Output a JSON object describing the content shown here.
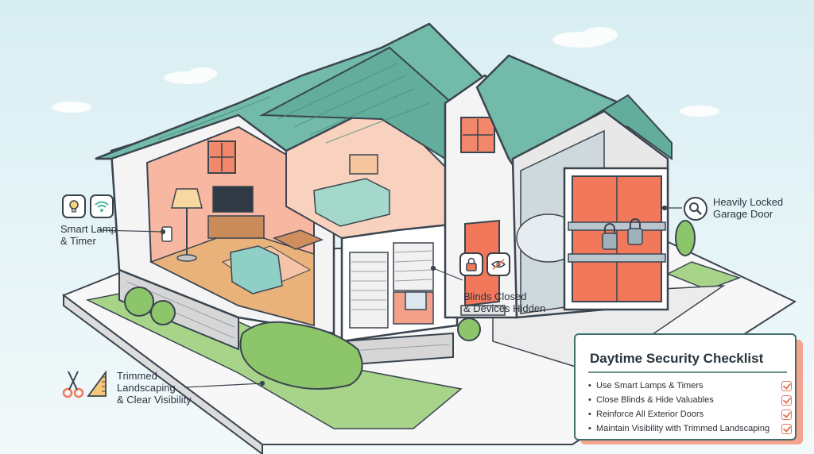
{
  "callouts": {
    "smart_lamp": {
      "line1": "Smart Lamp",
      "line2": "& Timer"
    },
    "garage": {
      "line1": "Heavily Locked",
      "line2": "Garage Door"
    },
    "blinds": {
      "line1": "Blinds Closed",
      "line2": "& Devices Hidden"
    },
    "landscaping": {
      "line1": "Trimmed",
      "line2": "Landscaping",
      "line3": "& Clear Visibility"
    }
  },
  "checklist": {
    "title": "Daytime Security Checklist",
    "items": [
      "Use Smart Lamps & Timers",
      "Close Blinds & Hide Valuables",
      "Reinforce All Exterior Doors",
      "Maintain Visibility with Trimmed Landscaping"
    ]
  },
  "icons": [
    "lightbulb-icon",
    "wifi-icon",
    "magnifier-icon",
    "padlock-icon",
    "eye-slash-icon",
    "scissors-icon",
    "ruler-icon",
    "checkbox-icon"
  ],
  "colors": {
    "roof": "#6fb9a7",
    "wall": "#f4f4f4",
    "accent_coral": "#f27b60",
    "sky": "#eaf5f8",
    "grass": "#8cc56a",
    "outline": "#3b4550"
  }
}
